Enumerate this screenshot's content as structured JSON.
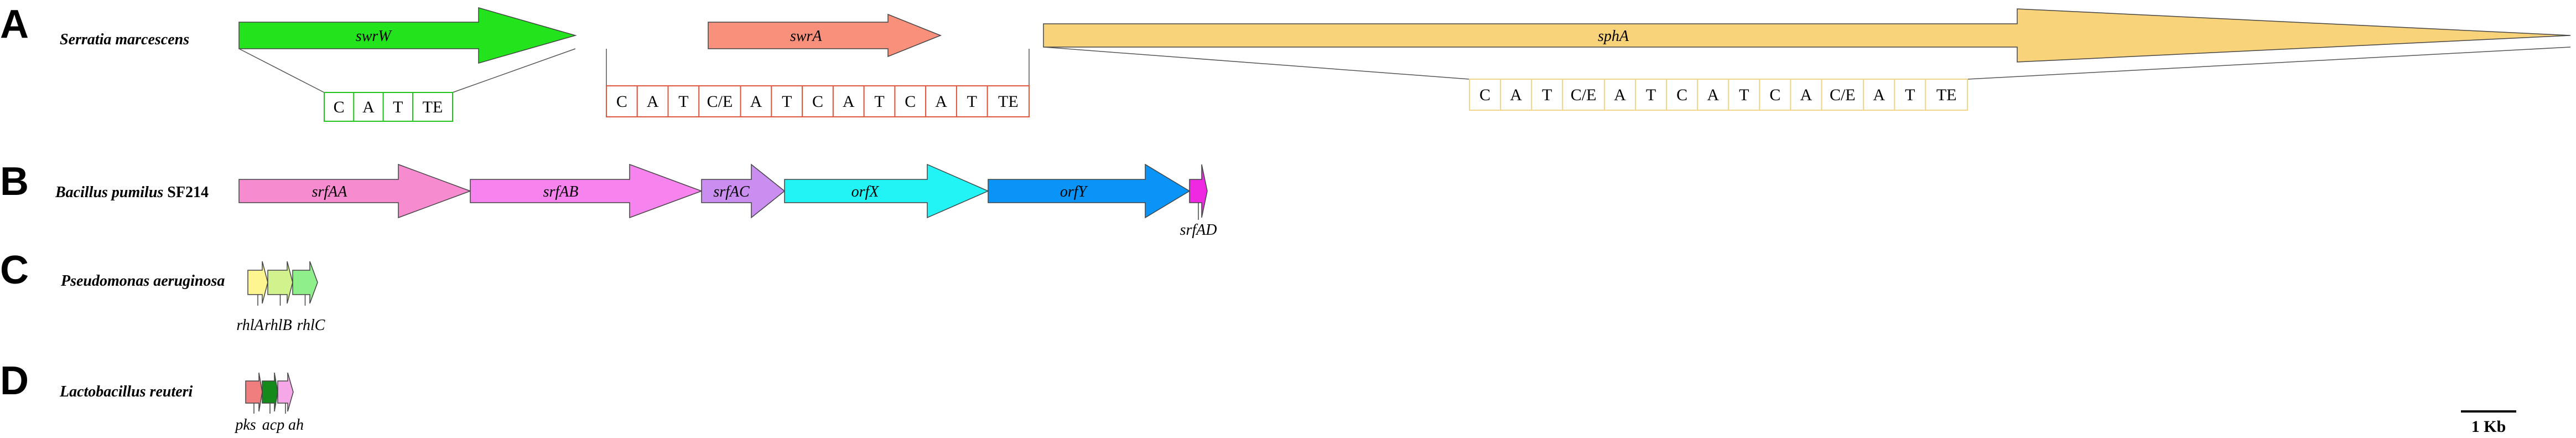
{
  "panels": [
    {
      "letter": "A",
      "organism_italic": "Serratia marcescens",
      "organism_suffix": "",
      "genes": [
        {
          "name": "swrW",
          "color": "#22e31c"
        },
        {
          "name": "swrA",
          "color": "#f8907b"
        },
        {
          "name": "sphA",
          "color": "#f9d37a"
        }
      ],
      "domain_sets": [
        {
          "gene": "swrW",
          "border": "#22c31c",
          "domains": [
            "C",
            "A",
            "T",
            "TE"
          ]
        },
        {
          "gene": "swrA",
          "border": "#e0573f",
          "domains": [
            "C",
            "A",
            "T",
            "C/E",
            "A",
            "T",
            "C",
            "A",
            "T",
            "C",
            "A",
            "T",
            "TE"
          ]
        },
        {
          "gene": "sphA",
          "border": "#f2d48a",
          "domains": [
            "C",
            "A",
            "T",
            "C/E",
            "A",
            "T",
            "C",
            "A",
            "T",
            "C",
            "A",
            "C/E",
            "A",
            "T",
            "TE"
          ]
        }
      ]
    },
    {
      "letter": "B",
      "organism_italic": "Bacillus pumilus",
      "organism_suffix": " SF214",
      "genes": [
        {
          "name": "srfAA",
          "color": "#f78bcf"
        },
        {
          "name": "srfAB",
          "color": "#f783ee"
        },
        {
          "name": "srfAC",
          "color": "#c98ef0"
        },
        {
          "name": "orfX",
          "color": "#22f4f6"
        },
        {
          "name": "orfY",
          "color": "#0a94f7"
        },
        {
          "name": "srfAD",
          "color": "#ef29e2"
        }
      ]
    },
    {
      "letter": "C",
      "organism_italic": "Pseudomonas aeruginosa",
      "organism_suffix": "",
      "genes": [
        {
          "name": "rhlA",
          "color": "#fdf58f"
        },
        {
          "name": "rhlB",
          "color": "#d2f28e"
        },
        {
          "name": "rhlC",
          "color": "#8ff08b"
        }
      ]
    },
    {
      "letter": "D",
      "organism_italic": "Lactobacillus reuteri",
      "organism_suffix": "",
      "genes": [
        {
          "name": "pks",
          "color": "#f07e7e"
        },
        {
          "name": "acp",
          "color": "#138a1a"
        },
        {
          "name": "ah",
          "color": "#f5a7e7"
        }
      ]
    }
  ],
  "scale_bar": {
    "label": "1 Kb"
  }
}
